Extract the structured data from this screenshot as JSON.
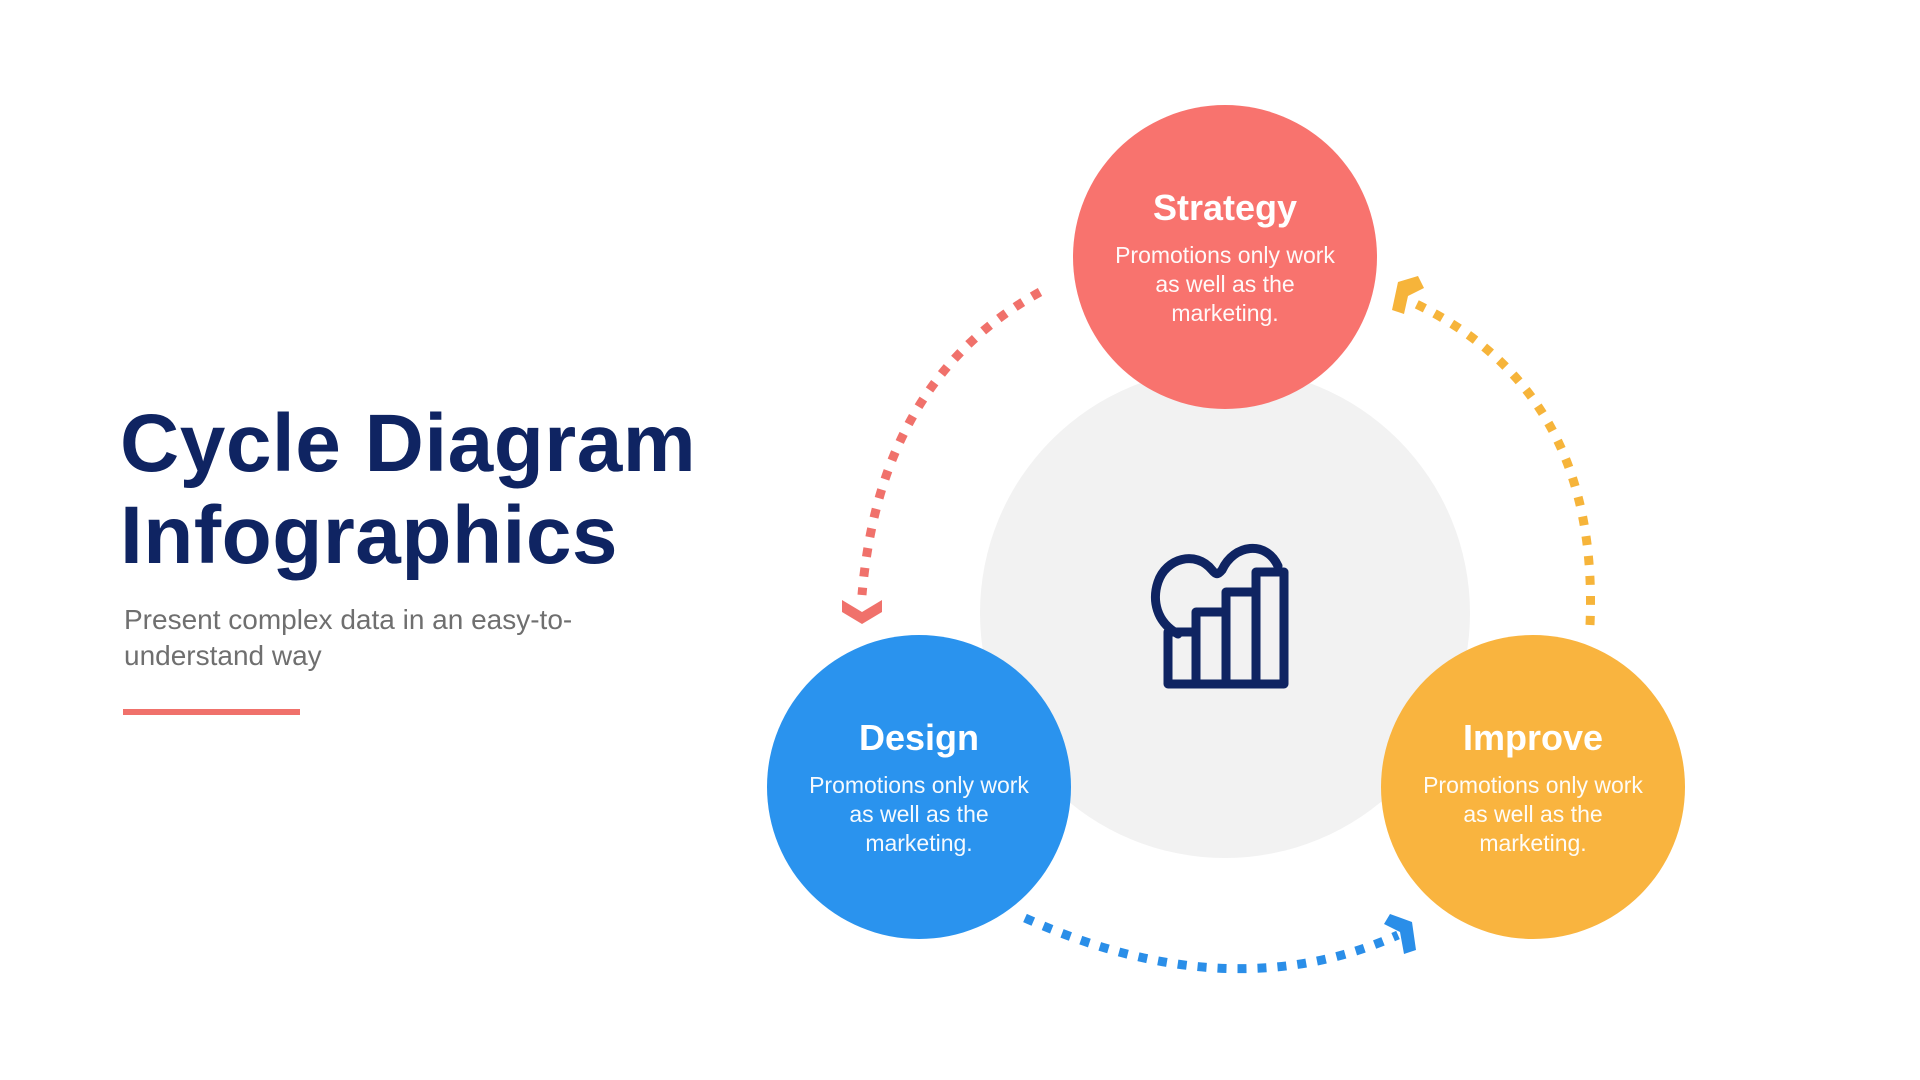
{
  "slide": {
    "title_line1": "Cycle Diagram",
    "title_line2": "Infographics",
    "subtitle": "Present complex data in an easy-to-understand way",
    "accent_color": "#f0716b",
    "title_color": "#0f2462"
  },
  "hub": {
    "icon": "heart-bar-chart-icon",
    "background": "#f2f2f2"
  },
  "nodes": [
    {
      "name": "Strategy",
      "description": "Promotions only work as well as the marketing.",
      "color": "#f8736e"
    },
    {
      "name": "Design",
      "description": "Promotions only work as well as the marketing.",
      "color": "#2a93ee"
    },
    {
      "name": "Improve",
      "description": "Promotions only work as well as the marketing.",
      "color": "#f9b43f"
    }
  ],
  "connectors": [
    {
      "from": "Strategy",
      "to": "Design",
      "style": "dotted-arrow",
      "color": "#f0716b"
    },
    {
      "from": "Design",
      "to": "Improve",
      "style": "dotted-arrow",
      "color": "#2a8ee8"
    },
    {
      "from": "Improve",
      "to": "Strategy",
      "style": "dotted-arrow",
      "color": "#f6b43a"
    }
  ]
}
